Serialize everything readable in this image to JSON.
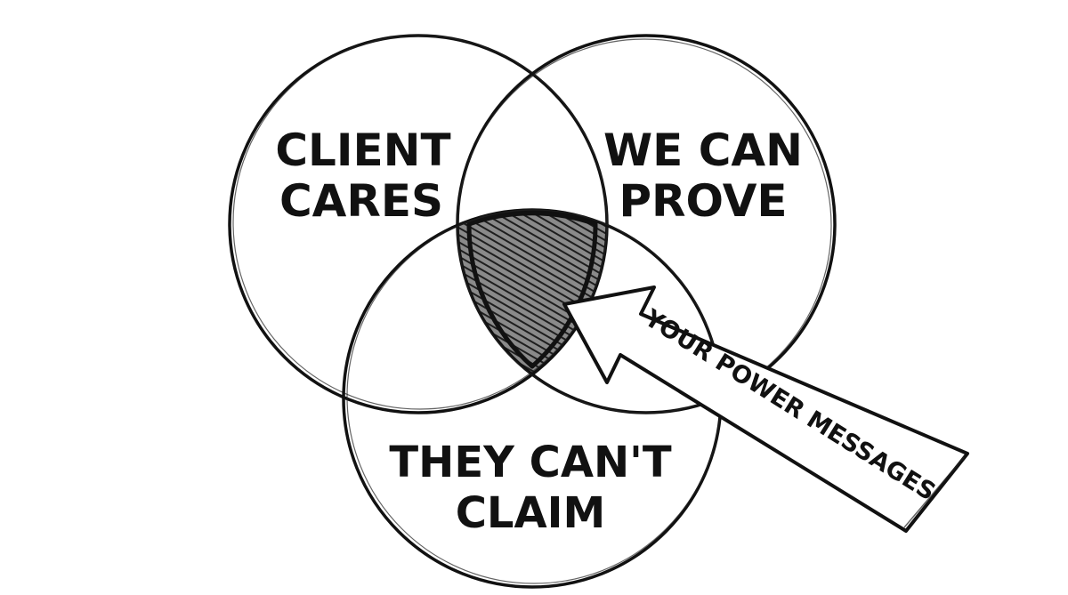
{
  "diagram": {
    "type": "venn",
    "circles": [
      {
        "lines": [
          "CLIENT",
          "CARES"
        ]
      },
      {
        "lines": [
          "WE CAN",
          "PROVE"
        ]
      },
      {
        "lines": [
          "THEY CAN'T",
          "CLAIM"
        ]
      }
    ],
    "arrow_label": "YOUR POWER MESSAGES",
    "colors": {
      "ink": "#111111",
      "shade": "#3a3a3a",
      "background": "#ffffff"
    }
  }
}
